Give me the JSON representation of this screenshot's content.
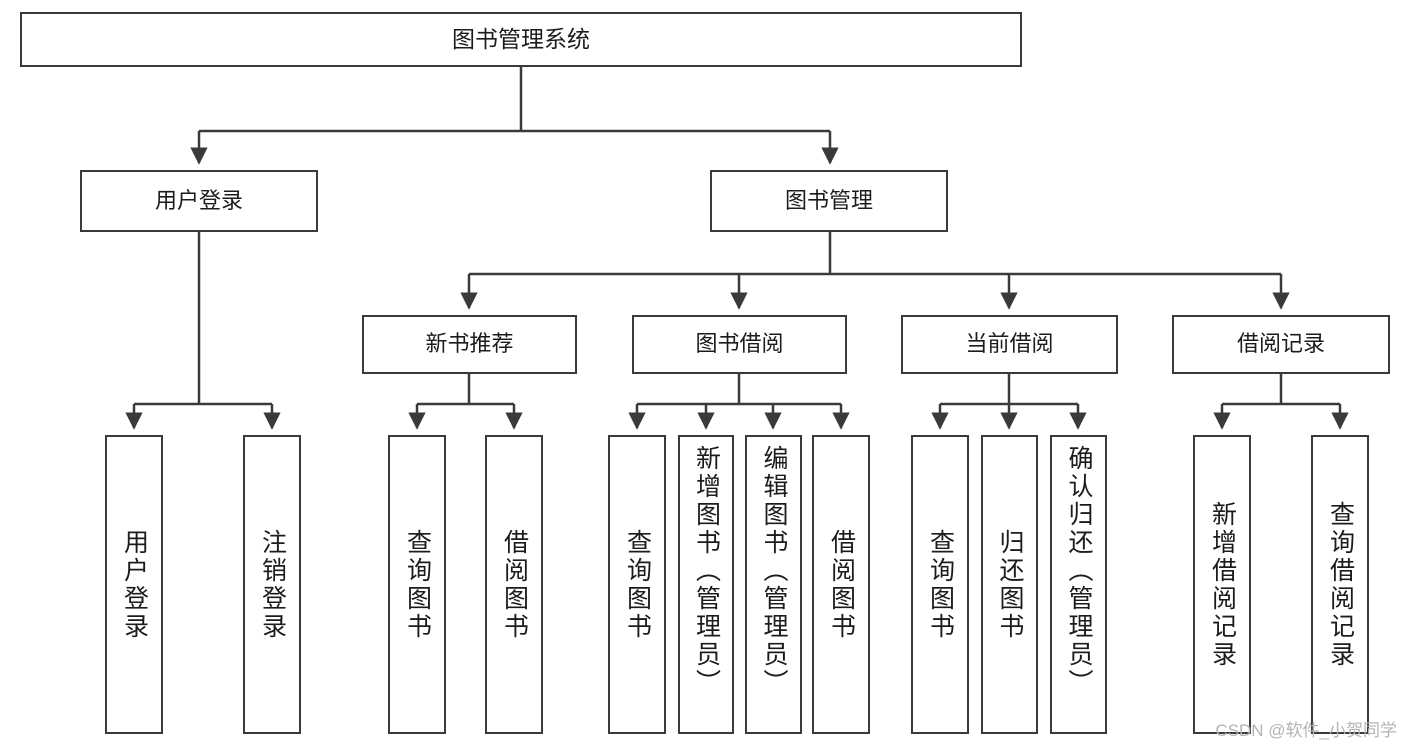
{
  "diagram": {
    "title_node": {
      "label": "图书管理系统"
    },
    "level1": [
      {
        "label": "用户登录"
      },
      {
        "label": "图书管理"
      }
    ],
    "level2": [
      {
        "label": "新书推荐"
      },
      {
        "label": "图书借阅"
      },
      {
        "label": "当前借阅"
      },
      {
        "label": "借阅记录"
      }
    ],
    "leaves_user_login": [
      {
        "label": "用户登录"
      },
      {
        "label": "注销登录"
      }
    ],
    "leaves_new_book": [
      {
        "label": "查询图书"
      },
      {
        "label": "借阅图书"
      }
    ],
    "leaves_borrow": [
      {
        "label": "查询图书"
      },
      {
        "label": "新增图书（管理员）"
      },
      {
        "label": "编辑图书（管理员）"
      },
      {
        "label": "借阅图书"
      }
    ],
    "leaves_current": [
      {
        "label": "查询图书"
      },
      {
        "label": "归还图书"
      },
      {
        "label": "确认归还（管理员）"
      }
    ],
    "leaves_record": [
      {
        "label": "新增借阅记录"
      },
      {
        "label": "查询借阅记录"
      }
    ]
  },
  "watermark": {
    "text": "CSDN @软件_小贺同学"
  },
  "colors": {
    "stroke": "#3a3a3a",
    "background": "#ffffff",
    "text": "#1c1c1c",
    "watermark": "#b4b4b4"
  }
}
